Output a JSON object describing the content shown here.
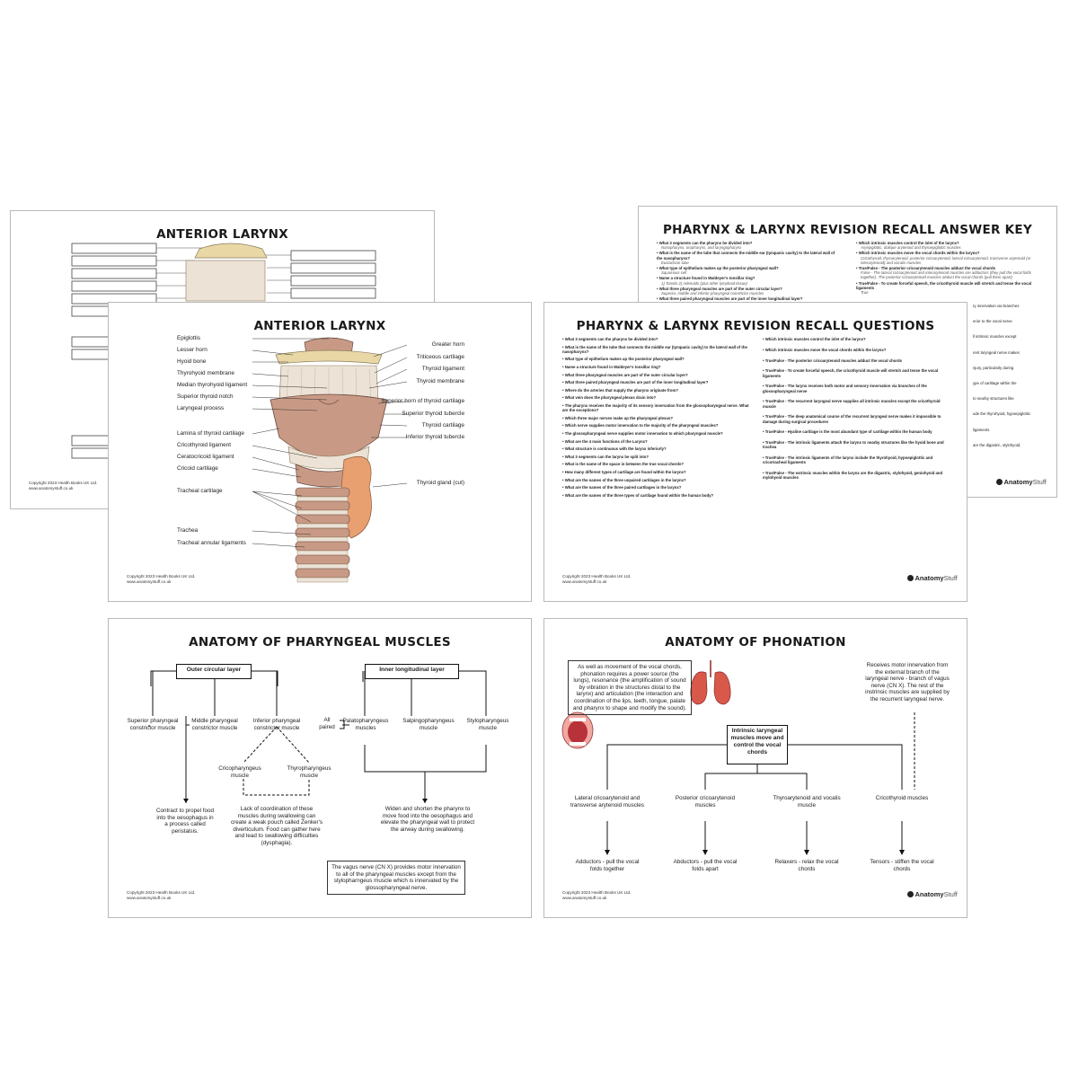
{
  "sheets": {
    "larynx_blank": {
      "title": "ANTERIOR LARYNX",
      "copyright": "Copyright 2023 Health Books UK Ltd.",
      "website": "www.anatomystuff.co.uk"
    },
    "larynx_labelled": {
      "title": "ANTERIOR LARYNX",
      "copyright": "Copyright 2023 Health Books UK Ltd.",
      "website": "www.anatomystuff.co.uk",
      "labels_left": [
        "Epiglottis",
        "Lesser horn",
        "Hyoid bone",
        "Thyrohyoid membrane",
        "Median thyrohyoid ligament",
        "Superior thyroid notch",
        "Laryngeal process",
        "Lamina of thyroid cartilage",
        "Cricothyroid ligament",
        "Ceratocricoid ligament",
        "Cricoid cartilage",
        "Tracheal cartilage",
        "Trachea",
        "Tracheal annular ligaments"
      ],
      "labels_right": [
        "Greater horn",
        "Triticeous cartilage",
        "Thyroid ligament",
        "Thyroid membrane",
        "Superior horn of thyroid cartilage",
        "Superior thyroid tubercle",
        "Thyroid cartilage",
        "Inferior thyroid tubercle",
        "Thyroid gland (cut)"
      ]
    },
    "answer_key": {
      "title": "PHARYNX & LARYNX REVISION RECALL ANSWER KEY",
      "left": [
        {
          "q": "What 3 segments can the pharynx be divided into?",
          "a": "Nasopharynx, oropharynx, and laryngopharynx"
        },
        {
          "q": "What is the name of the tube that connects the middle ear (tympanic cavity) to the lateral wall of the nasopharynx?",
          "a": "Eustachian tube"
        },
        {
          "q": "What type of epithelium makes up the posterior pharyngeal wall?",
          "a": "Squamous cell"
        },
        {
          "q": "Name a structure found in Waldeyer's tonsillar ring?",
          "a": "1) Tonsils 2) Adenoids (plus other lymphoid tissue)"
        },
        {
          "q": "What three pharyngeal muscles are part of the outer circular layer?",
          "a": "Superior, middle and inferior pharyngeal constrictor muscles"
        },
        {
          "q": "What three paired pharyngeal muscles are part of the inner longitudinal layer?",
          "a": ""
        }
      ],
      "right": [
        {
          "q": "Which intrinsic muscles control the inlet of the larynx?",
          "a": "Aryepiglottic, oblique arytenoid and thyroepiglottic muscles"
        },
        {
          "q": "Which intrinsic muscles move the vocal chords within the larynx?",
          "a": "Cricothyroid, thyroarytenoid, posterior cricoarytenoid, lateral cricoarytenoid, transverse arytenoid (or interarytenoid) and vocalis muscles"
        },
        {
          "q": "True/False - The posterior cricoarytenoid muscles adduct the vocal chords",
          "a": "False - The lateral cricoarytenoid and interarytenoid muscles are adductors (they pull the vocal folds together). The posterior cricoarytenoid muscles abduct the vocal chords (pull them apart)"
        },
        {
          "q": "True/False - To create forceful speech, the cricothyroid muscle will stretch and tense the vocal ligaments",
          "a": "True"
        }
      ],
      "peek": [
        "ry innervation via branches",
        "erior to the vocal nerve",
        "ll intrinsic muscles except",
        "rent laryngeal nerve makes",
        "njury, particularly during",
        "ype of cartilage within the",
        "to nearby structures like",
        "ude the thyrohyoid, hypoepiglottic",
        "ligaments",
        "are the digastric, stylohyoid,"
      ],
      "logo_main": "Anatomy",
      "logo_sub": "Stuff"
    },
    "questions": {
      "title": "PHARYNX & LARYNX REVISION RECALL QUESTIONS",
      "copyright": "Copyright 2023 Health Books UK Ltd.",
      "website": "www.anatomystuff.co.uk",
      "left": [
        "What 3 segments can the pharynx be divided into?",
        "What is the name of the tube that connects the middle ear (tympanic cavity) to the lateral wall of the nasopharynx?",
        "What type of epithelium makes up the posterior pharyngeal wall?",
        "Name a structure found in Waldeyer's tonsillar ring?",
        "What three pharyngeal muscles are part of the outer circular layer?",
        "What three paired pharyngeal muscles are part of the inner longitudinal layer?",
        "Where do the arteries that supply the pharynx originate from?",
        "What vein does the pharyngeal plexus drain into?",
        "The pharynx receives the majority of its sensory innervation from the glossopharyngeal nerve. What are the exceptions?",
        "Which three major nerves make up the pharyngeal plexus?",
        "Which nerve supplies motor innervation to the majority of the pharyngeal muscles?",
        "The glossopharyngeal nerve supplies motor innervation to which pharyngeal muscle?",
        "What are the 4 main functions of the Larynx?",
        "What structure is continuous with the larynx inferiorly?",
        "What 3 segments can the larynx be split into?",
        "What is the name of the space in between the true vocal chords?",
        "How many different types of cartilage are found within the larynx?",
        "What are the names of the three unpaired cartilages in the larynx?",
        "What are the names of the three paired cartilages in the larynx?",
        "What are the names of the three types of cartilage found within the human body?"
      ],
      "right": [
        "Which intrinsic muscles control the inlet of the larynx?",
        "Which intrinsic muscles move the vocal chords within the larynx?",
        "True/False - The posterior cricoarytenoid muscles adduct the vocal chords",
        "True/False - To create forceful speech, the cricothyroid muscle will stretch and tense the vocal ligaments",
        "True/False - The larynx receives both motor and sensory innervation via branches of the glossopharyngeal nerve",
        "True/False - The recurrent laryngeal nerve supplies all intrinsic muscles except the cricothyroid muscle",
        "True/False - The deep anatomical course of the recurrent laryngeal nerve makes it impossible to damage during surgical procedures",
        "True/False - Hyaline cartilage is the most abundant type of cartilage within the human body",
        "True/False - The intrinsic ligaments attach the larynx to nearby structures like the hyoid bone and trachea",
        "True/False - The intrinsic ligaments of the larynx include the thyrohyoid, hypoepiglottic and cricotracheal ligaments",
        "True/False - The extrinsic muscles within the larynx are the digastric, stylohyoid, genio­hyoid and mylohyoid muscles"
      ],
      "logo_main": "Anatomy",
      "logo_sub": "Stuff"
    },
    "muscles": {
      "title": "ANATOMY OF PHARYNGEAL MUSCLES",
      "copyright": "Copyright 2023 Health Books UK Ltd.",
      "website": "www.anatomystuff.co.uk",
      "outer": "Outer circular layer",
      "inner": "Inner longitudinal layer",
      "sup": "Superior pharyngeal constrictor muscle",
      "mid": "Middle pharyngeal constrictor muscle",
      "inf": "Inferior pharyngeal constrictor muscle",
      "crico": "Cricopharyngeus muscle",
      "thyro": "Thyropharyngeus muscle",
      "allpaired": "All paired",
      "palato": "Palatopharyngeus muscles",
      "salpingo": "Salpingopharyngeus muscle",
      "stylo": "Stylopharyngeus muscle",
      "contract": "Contract to propel food into the oesophagus in a process called peristalsis.",
      "zenker": "Lack of coordination of these muscles during swallowing can create a weak pouch called Zenker's diverticulum. Food can gather here and lead to swallowing difficulties (dysphagia).",
      "widen": "Widen and shorten the pharynx to move food into the oesophagus and elevate the pharyngeal wall to protect the airway during swallowing.",
      "vagus": "The vagus nerve (CN X) provides motor innervation to all of the pharyngeal muscles except from the stylopharngeus muscle which is innervated by the glossopharyngeal nerve."
    },
    "phonation": {
      "title": "ANATOMY OF PHONATION",
      "copyright": "Copyright 2023 Health Books UK Ltd.",
      "website": "www.anatomystuff.co.uk",
      "intro": "As well as movement of the vocal chords, phonation requires a power source (the lungs), resonance (the amplification of sound by vibration in the structures distal to the larynx) and articulation (the interaction and coordination of the lips, teeth, tongue, palate and pharynx to shape and modify the sound).",
      "motor": "Receives motor innervation from the external branch of the laryngeal nerve - branch of vagus nerve (CN X). The rest of the instrinsic muscles are supplied by the recurrent laryngeal nerve.",
      "center": "Intrinsic laryngeal muscles move and control the vocal chords",
      "m1": "Lateral cricoarytenoid and transverse arytenoid muscles",
      "m2": "Posterior cricoarytenoid muscles",
      "m3": "Thyroarytenoid and vocalis muscle",
      "m4": "Cricothyroid muscles",
      "f1": "Adductors - pull the vocal folds together",
      "f2": "Abductors - pull the vocal folds apart",
      "f3": "Relaxers - relax the vocal chords",
      "f4": "Tensors - stiffen the vocal chords",
      "logo_main": "Anatomy",
      "logo_sub": "Stuff"
    }
  },
  "colors": {
    "tissue": "#c89a85",
    "tissue_dark": "#a8786a",
    "cartilage": "#ece2d6",
    "hyoid": "#e9d8a6",
    "gland": "#e8a071",
    "border": "#b9b9b9"
  }
}
